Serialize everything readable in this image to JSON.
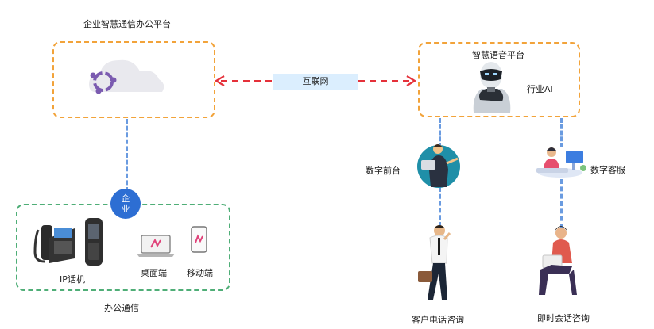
{
  "nodes": {
    "enterprise_platform": "企业智慧通信办公平台",
    "voice_platform": "智慧语音平台",
    "industry_ai": "行业AI",
    "internet": "互联网",
    "enterprise_badge": "企业",
    "office_comm": "办公通信",
    "ip_phone": "IP话机",
    "desktop_client": "桌面端",
    "mobile_client": "移动端",
    "digital_reception": "数字前台",
    "digital_service": "数字客服",
    "phone_consult": "客户电话咨询",
    "im_consult": "即时会话咨询"
  },
  "colors": {
    "orange_border": "#f2a33a",
    "green_border": "#4fae77",
    "red_arrow": "#e5313a",
    "blue_connector": "#6a9be0",
    "badge_blue": "#2d6ed3",
    "internet_bg": "#dbeefe"
  }
}
